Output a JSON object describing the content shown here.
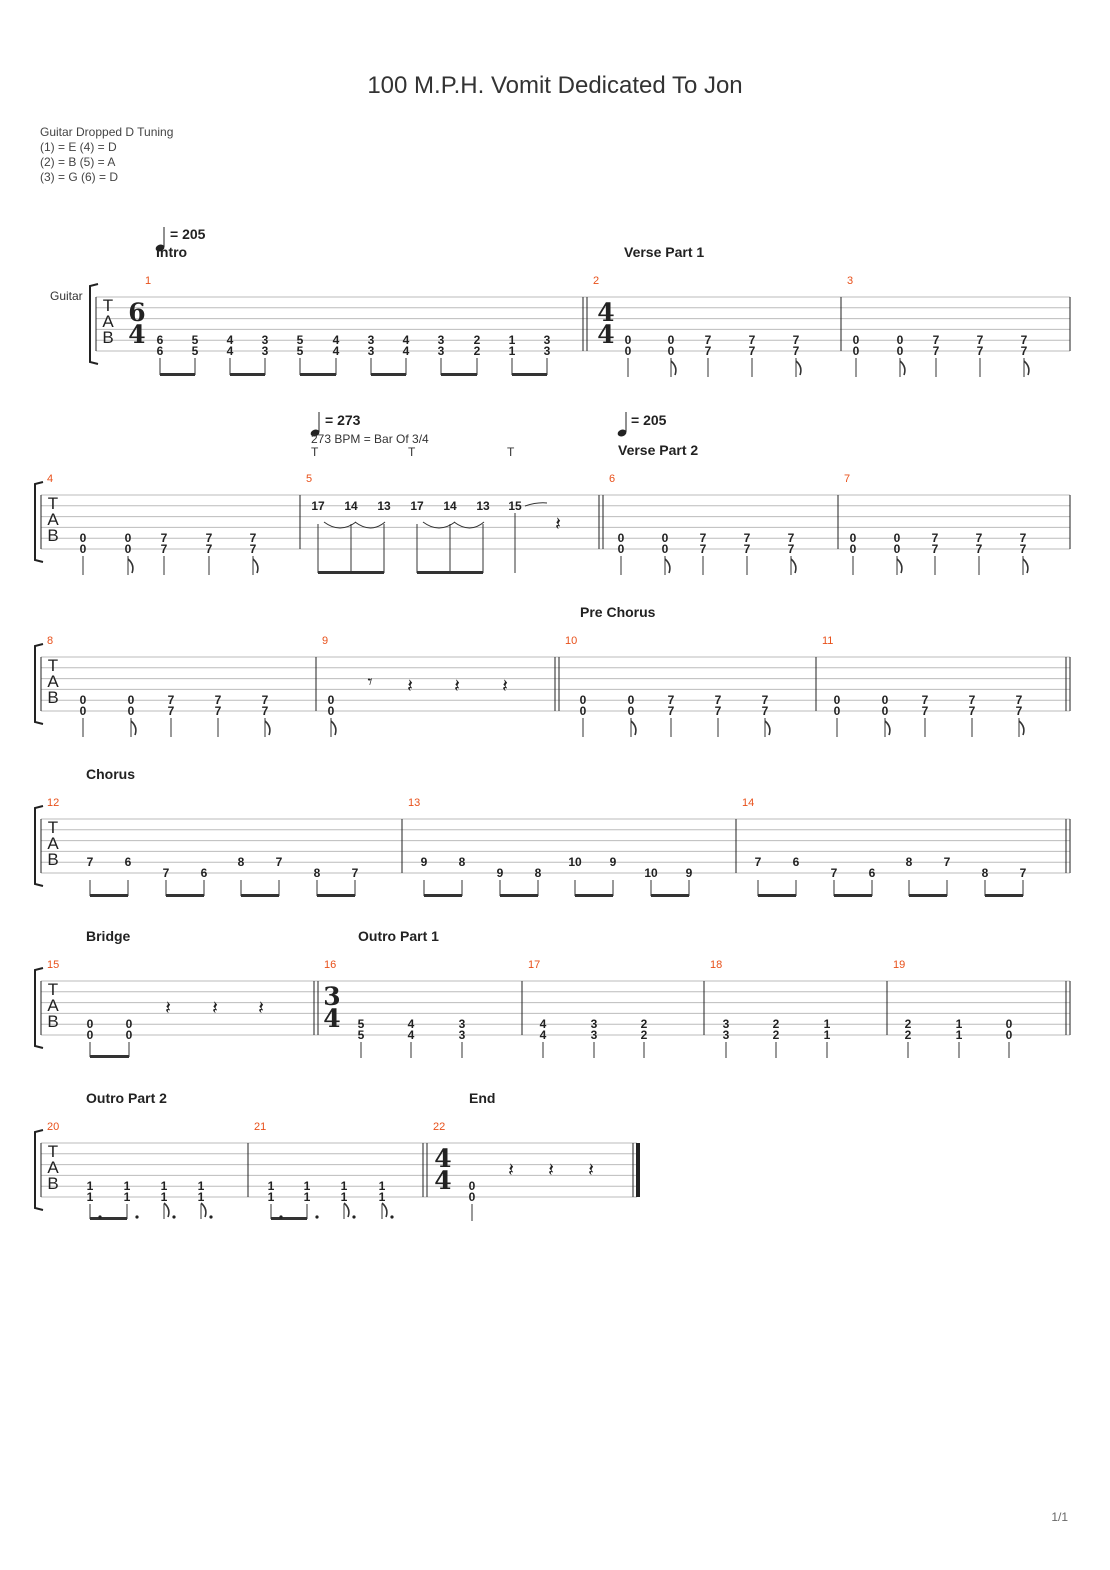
{
  "title": "100 M.P.H. Vomit Dedicated To Jon",
  "tuning": {
    "heading": "Guitar Dropped D Tuning",
    "lines": [
      "(1) = E  (4) = D",
      "(2) = B  (5) = A",
      "(3) = G  (6) = D"
    ]
  },
  "track_name": "Guitar",
  "page_number": "1/1",
  "tab_letters": [
    "T",
    "A",
    "B"
  ],
  "tempo_markings": [
    "= 205",
    "= 273",
    "= 205"
  ],
  "tempo_note": "273 BPM = Bar Of 3/4",
  "tap_marks": [
    "T",
    "T",
    "T"
  ],
  "sections": [
    "Intro",
    "Verse Part 1",
    "Verse Part 2",
    "Pre Chorus",
    "Chorus",
    "Bridge",
    "Outro Part 1",
    "Outro Part 2",
    "End"
  ],
  "time_signatures": [
    [
      "6",
      "4"
    ],
    [
      "4",
      "4"
    ],
    [
      "3",
      "4"
    ],
    [
      "4",
      "4"
    ]
  ],
  "systems": [
    {
      "measures": [
        {
          "number": "1",
          "notes": [
            [
              "6",
              "6"
            ],
            [
              "5",
              "5"
            ],
            [
              "4",
              "4"
            ],
            [
              "3",
              "3"
            ],
            [
              "5",
              "5"
            ],
            [
              "4",
              "4"
            ],
            [
              "3",
              "3"
            ],
            [
              "4",
              "4"
            ],
            [
              "3",
              "3"
            ],
            [
              "2",
              "2"
            ],
            [
              "1",
              "1"
            ],
            [
              "3",
              "3"
            ]
          ]
        },
        {
          "number": "2",
          "notes": [
            [
              "0",
              "0"
            ],
            [
              "0",
              "0"
            ],
            [
              "7",
              "7"
            ],
            [
              "7",
              "7"
            ],
            [
              "7",
              "7"
            ]
          ]
        },
        {
          "number": "3",
          "notes": [
            [
              "0",
              "0"
            ],
            [
              "0",
              "0"
            ],
            [
              "7",
              "7"
            ],
            [
              "7",
              "7"
            ],
            [
              "7",
              "7"
            ]
          ]
        }
      ]
    },
    {
      "measures": [
        {
          "number": "4",
          "notes": [
            [
              "0",
              "0"
            ],
            [
              "0",
              "0"
            ],
            [
              "7",
              "7"
            ],
            [
              "7",
              "7"
            ],
            [
              "7",
              "7"
            ]
          ]
        },
        {
          "number": "5",
          "notes": [
            [
              "17"
            ],
            [
              "14"
            ],
            [
              "13"
            ],
            [
              "17"
            ],
            [
              "14"
            ],
            [
              "13"
            ],
            [
              "15"
            ]
          ]
        },
        {
          "number": "6",
          "notes": [
            [
              "0",
              "0"
            ],
            [
              "0",
              "0"
            ],
            [
              "7",
              "7"
            ],
            [
              "7",
              "7"
            ],
            [
              "7",
              "7"
            ]
          ]
        },
        {
          "number": "7",
          "notes": [
            [
              "0",
              "0"
            ],
            [
              "0",
              "0"
            ],
            [
              "7",
              "7"
            ],
            [
              "7",
              "7"
            ],
            [
              "7",
              "7"
            ]
          ]
        }
      ]
    },
    {
      "measures": [
        {
          "number": "8",
          "notes": [
            [
              "0",
              "0"
            ],
            [
              "0",
              "0"
            ],
            [
              "7",
              "7"
            ],
            [
              "7",
              "7"
            ],
            [
              "7",
              "7"
            ]
          ]
        },
        {
          "number": "9",
          "notes": [
            [
              "0",
              "0"
            ]
          ]
        },
        {
          "number": "10",
          "notes": [
            [
              "0",
              "0"
            ],
            [
              "0",
              "0"
            ],
            [
              "7",
              "7"
            ],
            [
              "7",
              "7"
            ],
            [
              "7",
              "7"
            ]
          ]
        },
        {
          "number": "11",
          "notes": [
            [
              "0",
              "0"
            ],
            [
              "0",
              "0"
            ],
            [
              "7",
              "7"
            ],
            [
              "7",
              "7"
            ],
            [
              "7",
              "7"
            ]
          ]
        }
      ]
    },
    {
      "measures": [
        {
          "number": "12",
          "notes": [
            [
              "7"
            ],
            [
              "6"
            ],
            [
              "7"
            ],
            [
              "6"
            ],
            [
              "8"
            ],
            [
              "7"
            ],
            [
              "8"
            ],
            [
              "7"
            ]
          ]
        },
        {
          "number": "13",
          "notes": [
            [
              "9"
            ],
            [
              "8"
            ],
            [
              "9"
            ],
            [
              "8"
            ],
            [
              "10"
            ],
            [
              "9"
            ],
            [
              "10"
            ],
            [
              "9"
            ]
          ]
        },
        {
          "number": "14",
          "notes": [
            [
              "7"
            ],
            [
              "6"
            ],
            [
              "7"
            ],
            [
              "6"
            ],
            [
              "8"
            ],
            [
              "7"
            ],
            [
              "8"
            ],
            [
              "7"
            ]
          ]
        }
      ]
    },
    {
      "measures": [
        {
          "number": "15",
          "notes": [
            [
              "0",
              "0"
            ],
            [
              "0",
              "0"
            ]
          ]
        },
        {
          "number": "16",
          "notes": [
            [
              "5",
              "5"
            ],
            [
              "4",
              "4"
            ],
            [
              "3",
              "3"
            ]
          ]
        },
        {
          "number": "17",
          "notes": [
            [
              "4",
              "4"
            ],
            [
              "3",
              "3"
            ],
            [
              "2",
              "2"
            ]
          ]
        },
        {
          "number": "18",
          "notes": [
            [
              "3",
              "3"
            ],
            [
              "2",
              "2"
            ],
            [
              "1",
              "1"
            ]
          ]
        },
        {
          "number": "19",
          "notes": [
            [
              "2",
              "2"
            ],
            [
              "1",
              "1"
            ],
            [
              "0",
              "0"
            ]
          ]
        }
      ]
    },
    {
      "measures": [
        {
          "number": "20",
          "notes": [
            [
              "1",
              "1"
            ],
            [
              "1",
              "1"
            ],
            [
              "1",
              "1"
            ],
            [
              "1",
              "1"
            ]
          ]
        },
        {
          "number": "21",
          "notes": [
            [
              "1",
              "1"
            ],
            [
              "1",
              "1"
            ],
            [
              "1",
              "1"
            ],
            [
              "1",
              "1"
            ]
          ]
        },
        {
          "number": "22",
          "notes": [
            [
              "0",
              "0"
            ]
          ]
        }
      ]
    }
  ]
}
